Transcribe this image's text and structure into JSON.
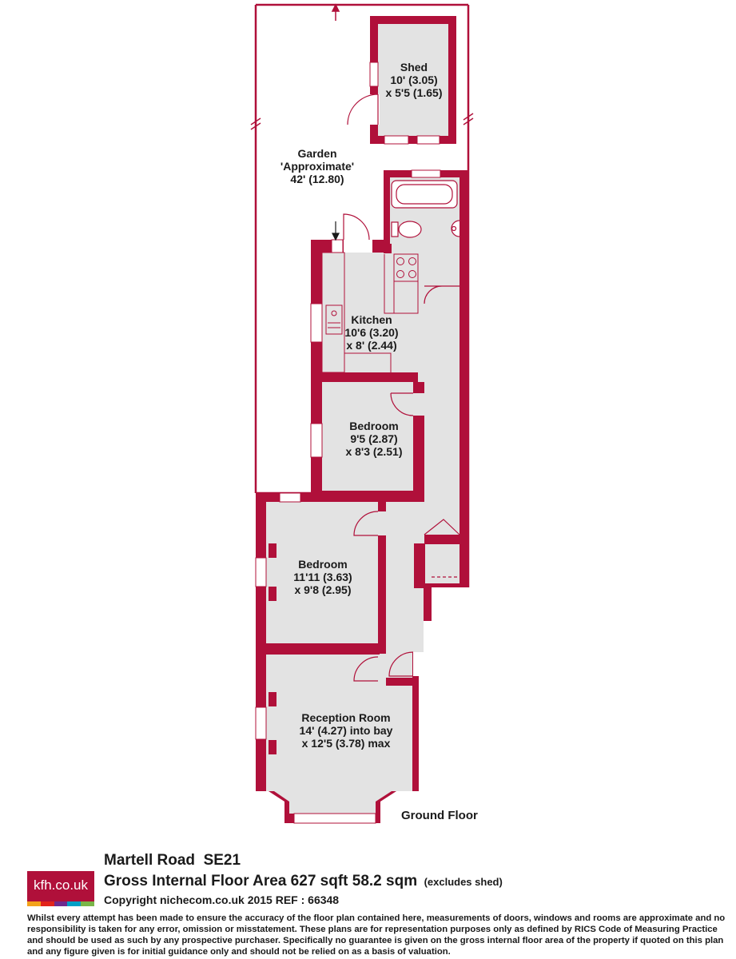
{
  "rooms": {
    "shed": {
      "name": "Shed",
      "dim1": "10' (3.05)",
      "dim2": "x 5'5 (1.65)"
    },
    "garden": {
      "name": "Garden",
      "dim1": "'Approximate'",
      "dim2": "42' (12.80)"
    },
    "kitchen": {
      "name": "Kitchen",
      "dim1": "10'6 (3.20)",
      "dim2": "x 8' (2.44)"
    },
    "bedroom_rear": {
      "name": "Bedroom",
      "dim1": "9'5 (2.87)",
      "dim2": "x 8'3 (2.51)"
    },
    "bedroom_front": {
      "name": "Bedroom",
      "dim1": "11'11 (3.63)",
      "dim2": "x 9'8 (2.95)"
    },
    "reception": {
      "name": "Reception Room",
      "dim1": "14' (4.27) into bay",
      "dim2": "x 12'5 (3.78) max"
    }
  },
  "floor_label": "Ground Floor",
  "info": {
    "logo_text": "kfh.co.uk",
    "address": "Martell Road  SE21",
    "area": "Gross Internal Floor Area 627 sqft 58.2 sqm",
    "area_note": "(excludes shed)",
    "copyright": "Copyright nichecom.co.uk 2015 REF : 66348",
    "disclaimer": "Whilst every attempt has been made to ensure the accuracy of the floor plan contained here, measurements of doors, windows and rooms are approximate and no responsibility is taken for any error, omission or misstatement.  These plans are for representation purposes only as defined by RICS Code of Measuring Practice and should be used as such by any prospective purchaser.  Specifically no guarantee is given on the gross internal floor area of the property if quoted on this plan and any figure given is for initial guidance only and should not be relied on as a basis of valuation."
  },
  "colors": {
    "wall": "#b0103a",
    "floor": "#e3e3e3",
    "logo_bg": "#b0103a",
    "logo_stripes": [
      "#f3a21b",
      "#e2231a",
      "#6e2a8e",
      "#00a0c6",
      "#7ab648"
    ]
  }
}
